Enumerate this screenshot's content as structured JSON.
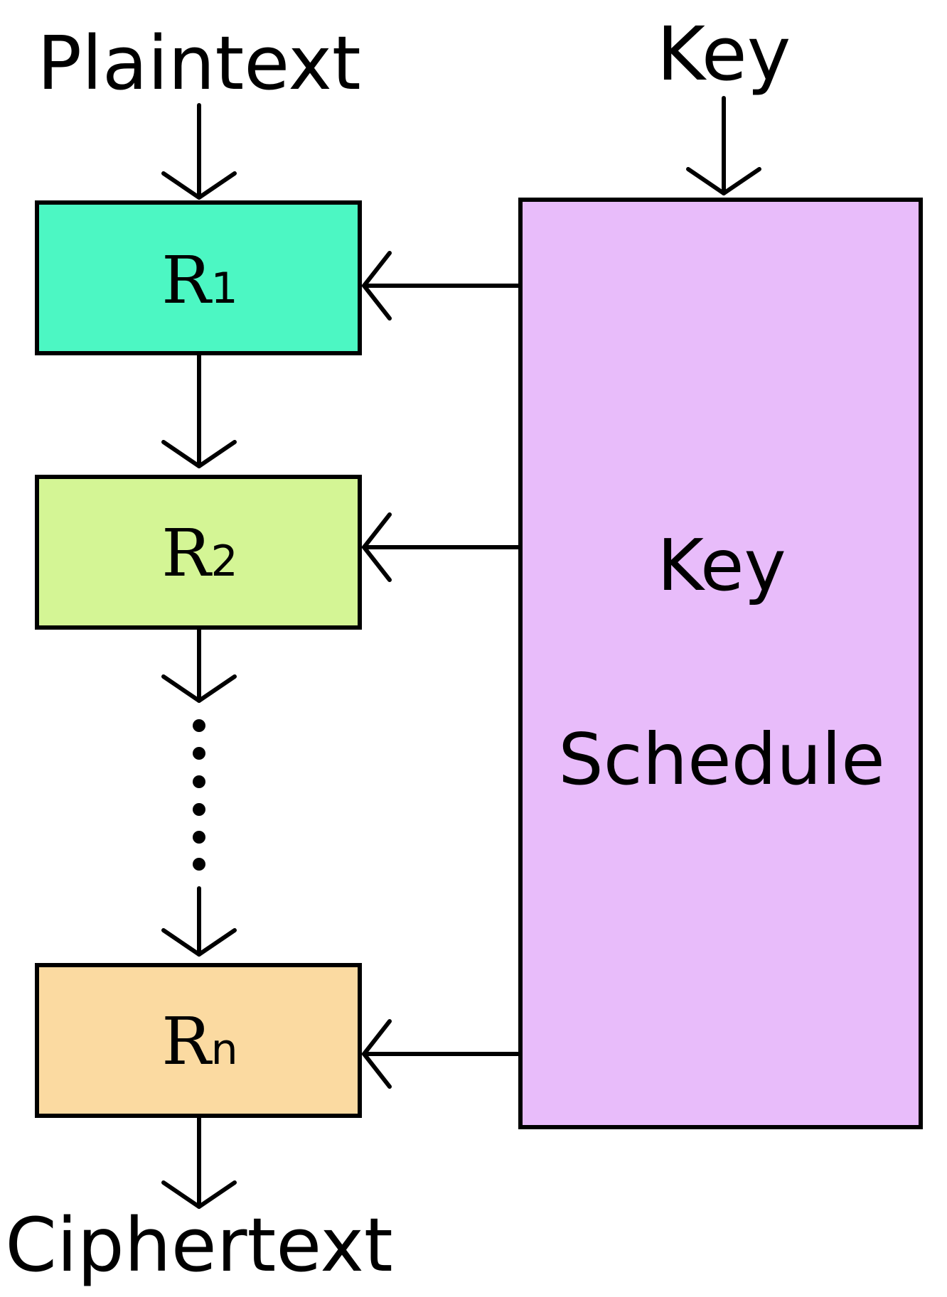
{
  "inputs": {
    "plaintext": "Plaintext",
    "key": "Key"
  },
  "output": {
    "ciphertext": "Ciphertext"
  },
  "rounds": [
    {
      "letter": "R",
      "subscript": "1",
      "color": "#4cf7c3"
    },
    {
      "letter": "R",
      "subscript": "2",
      "color": "#d4f595"
    },
    {
      "letter": "R",
      "subscript": "n",
      "color": "#fbdaa1"
    }
  ],
  "key_schedule": {
    "line1": "Key",
    "line2": "Schedule",
    "color": "#e8bcfa"
  }
}
